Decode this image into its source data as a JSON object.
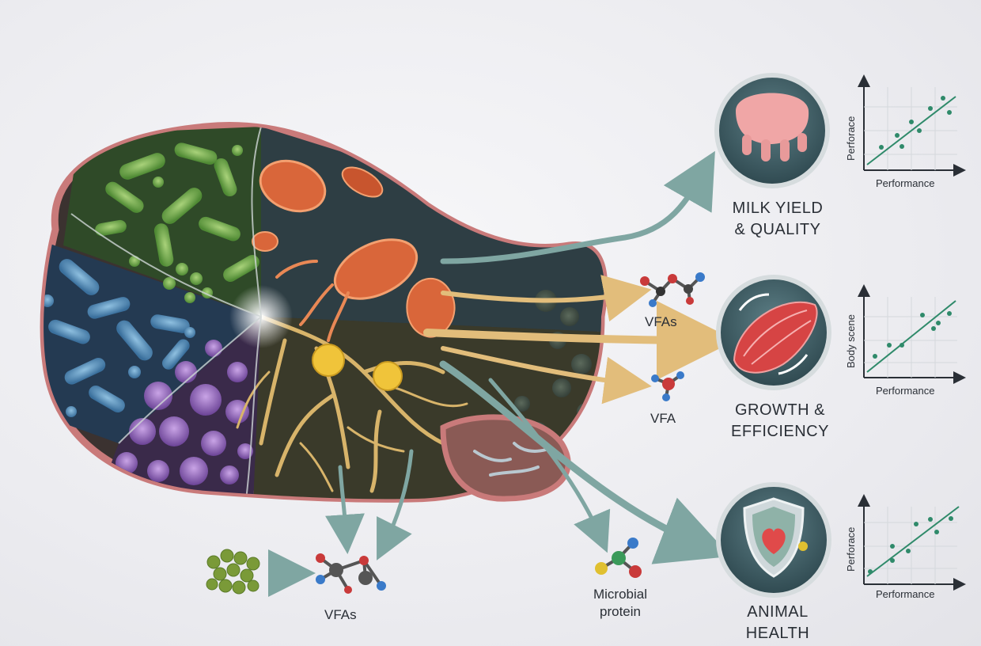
{
  "labels": {
    "vfas_top": "VFAs",
    "vfa_mid": "VFA",
    "vfas_bottom": "VFAs",
    "microbial_protein": [
      "Microbial",
      "protein"
    ]
  },
  "outcomes": [
    {
      "title": [
        "MILK YIELD",
        "& QUALITY"
      ],
      "icon": "udder-icon"
    },
    {
      "title": [
        "GROWTH &",
        "EFFICIENCY"
      ],
      "icon": "muscle-icon"
    },
    {
      "title": [
        "ANIMAL",
        "HEALTH"
      ],
      "icon": "shield-heart-icon"
    }
  ],
  "charts": [
    {
      "ylabel": "Perforace",
      "xlabel": "Performance"
    },
    {
      "ylabel": "Body scene",
      "xlabel": "Performance"
    },
    {
      "ylabel": "Perforace",
      "xlabel": "Performance"
    }
  ],
  "colors": {
    "rumen_wall": "#c97a7a",
    "bacteria_green": "#6fa84a",
    "bacteria_blue": "#4a86b8",
    "archaea_purple": "#8a5fb4",
    "protozoa_orange": "#d9663a",
    "fungi_tan": "#d8b46a",
    "arrow_teal": "#7fa6a2",
    "chart_line": "#2f8a6a"
  }
}
